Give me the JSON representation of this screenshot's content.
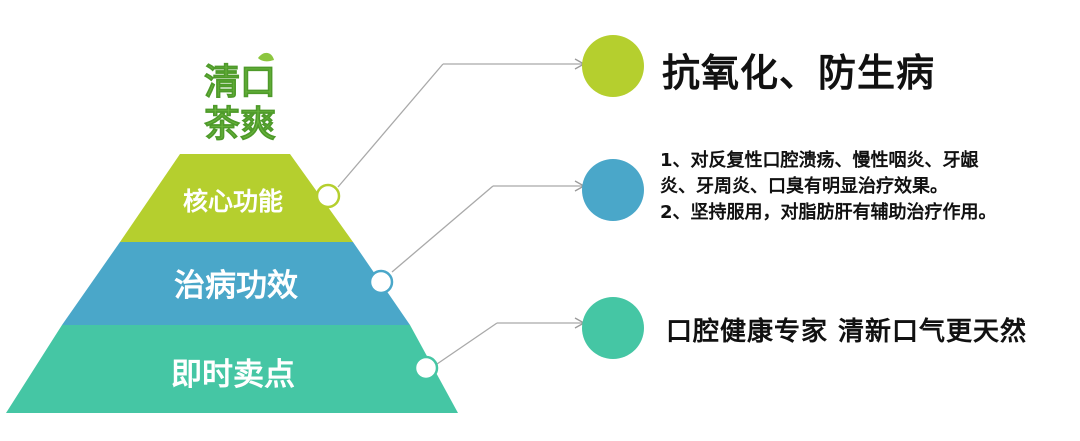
{
  "logo": {
    "line1": "清口",
    "line2": "茶爽"
  },
  "tiers": [
    {
      "label": "核心功能",
      "color": "#b5cf2e"
    },
    {
      "label": "治病功效",
      "color": "#4aa7c9"
    },
    {
      "label": "即时卖点",
      "color": "#45c6a4"
    }
  ],
  "descriptions": {
    "d1": "抗氧化、防生病",
    "d2": {
      "line1": "1、对反复性口腔溃疡、慢性咽炎、牙龈",
      "line2": "炎、牙周炎、口臭有明显治疗效果。",
      "line3": "2、坚持服用，对脂肪肝有辅助治疗作用。"
    },
    "d3": "口腔健康专家  清新口气更天然"
  },
  "colors": {
    "logo_green": "#69b43d",
    "connector": "#a9a9a9",
    "bullet_1": "#b5cf2e",
    "bullet_2": "#4aa7c9",
    "bullet_3": "#45c6a4"
  }
}
